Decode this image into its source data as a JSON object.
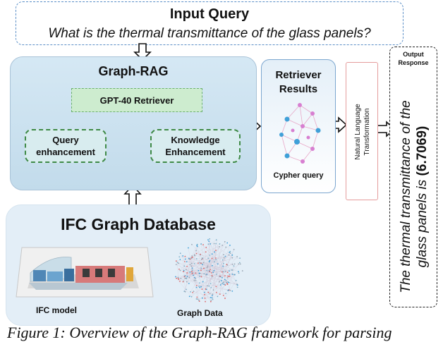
{
  "input_query": {
    "title": "Input Query",
    "question": "What is the thermal transmittance of the glass panels?"
  },
  "graph_rag": {
    "title": "Graph-RAG",
    "retriever": "GPT-40 Retriever",
    "query_enhancement": [
      "Query",
      "enhancement"
    ],
    "knowledge_enhancement": [
      "Knowledge",
      "Enhancement"
    ]
  },
  "retriever_results": {
    "title": [
      "Retriever",
      "Results"
    ],
    "caption": "Cypher query"
  },
  "natural_language": [
    "Natural Language",
    "Transformation"
  ],
  "output_response": {
    "title": [
      "Output",
      "Response"
    ],
    "text_line1": "The thermal transmittance of the",
    "text_line2_prefix": "glass panels is ",
    "value": "(6.7069)"
  },
  "ifc_database": {
    "title": "IFC Graph Database",
    "model_label": "IFC model",
    "graph_label": "Graph Data"
  },
  "caption": "Figure 1: Overview of the Graph-RAG framework for parsing",
  "colors": {
    "accent_blue": "#5b8fc7",
    "green_dashed": "#3f8a46",
    "node_blue": "#3fa0d8",
    "node_pink": "#d77fd1",
    "edge_red": "#e06666"
  }
}
